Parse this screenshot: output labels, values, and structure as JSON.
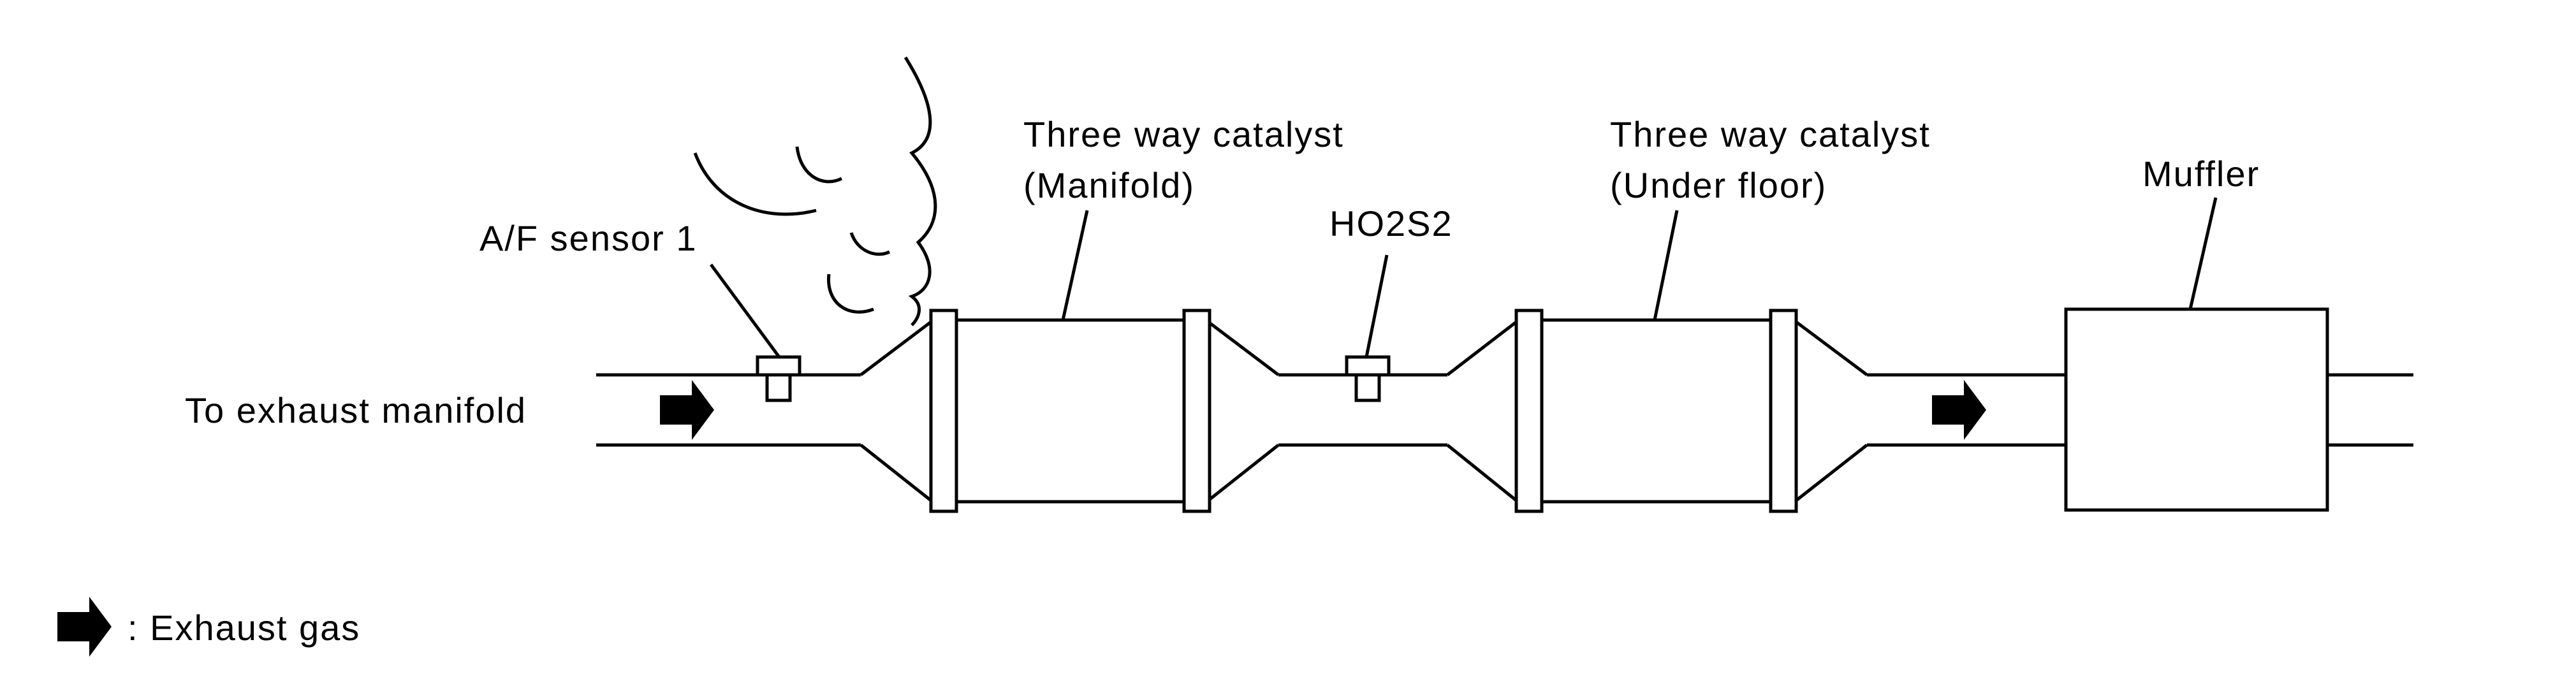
{
  "diagram": {
    "labels": {
      "to_exhaust_manifold": "To exhaust manifold",
      "af_sensor_1": "A/F sensor 1",
      "catalyst_manifold_line1": "Three way catalyst",
      "catalyst_manifold_line2": "(Manifold)",
      "ho2s2": "HO2S2",
      "catalyst_underfloor_line1": "Three way catalyst",
      "catalyst_underfloor_line2": "(Under floor)",
      "muffler": "Muffler"
    },
    "legend": {
      "exhaust_gas": ": Exhaust gas"
    }
  },
  "colors": {
    "line": "#000000",
    "background": "#ffffff"
  },
  "icons": {
    "flow_arrow": "right-arrow-icon",
    "exhaust_cloud": "smoke-cloud-icon"
  }
}
